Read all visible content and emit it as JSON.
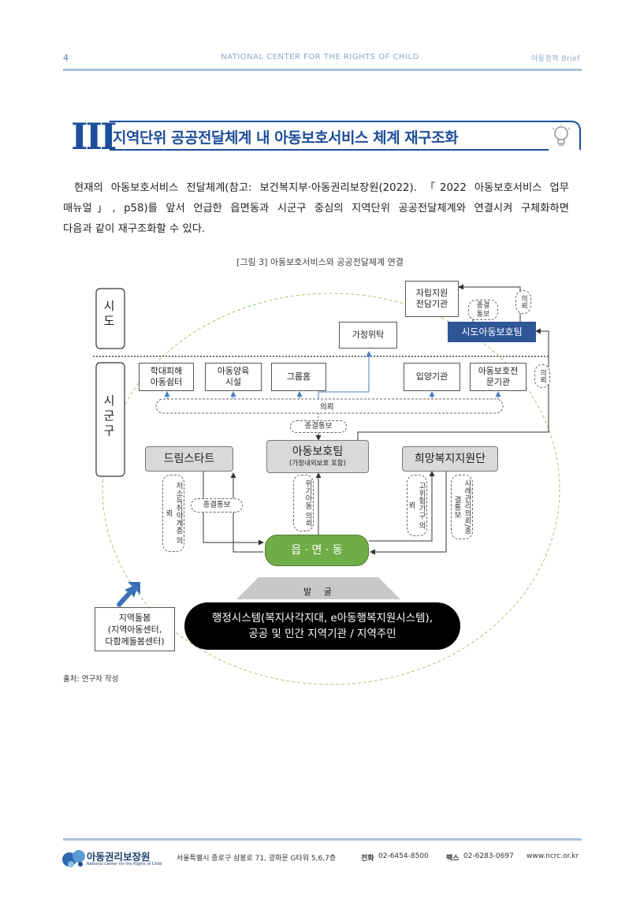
{
  "header": {
    "page_number": "4",
    "center": "NATIONAL CENTER FOR THE RIGHTS OF CHILD",
    "right": "아동정책 Brief"
  },
  "section": {
    "numeral": "III",
    "title": "지역단위 공공전달체계 내 아동보호서비스 체계 재구조화"
  },
  "paragraph": [
    "현재의 아동보호서비스 전달체계(참고: 보건복지부·아동권리보장원(2022). 「2022 아동보호서비스 업무",
    "매뉴얼」, p58)를 앞서 언급한 읍면동과 시군구 중심의 지역단위 공공전달체계와 연결시켜 구체화하면",
    "다음과 같이 재구조화할 수 있다."
  ],
  "figure": {
    "caption": "[그림 3] 아동보호서비스와 공공전달체계 연결",
    "level_sido": "시도",
    "level_sigungu": "시군구",
    "jarip_line1": "자립지원",
    "jarip_line2": "전담기관",
    "sido_team": "시도아동보호팀",
    "gajeong_witak": "가정위탁",
    "jongkyeol_tongbo_top_1": "종결",
    "jongkyeol_tongbo_top_2": "통보",
    "uiroe": "의뢰",
    "hakdae_line1": "학대피해",
    "hakdae_line2": "아동쉼터",
    "yangyuk_line1": "아동양육",
    "yangyuk_line2": "시설",
    "grouphome": "그룹홈",
    "ipyang": "입양기관",
    "jeonmun_line1": "아동보호전",
    "jeonmun_line2": "문기관",
    "jongkyeol_tongbo": "종결통보",
    "dreamstart": "드림스타트",
    "child_team": "아동보호팀",
    "child_team_sub": "(가정내외보호 포함)",
    "hope": "희망복지지원단",
    "vert_dream": "저소득취약계층 의뢰",
    "vert_crisis": "위기아동 의뢰",
    "vert_hope1": "고위험가구 의뢰",
    "vert_hope2": "사례관리의뢰/종결통보",
    "emd": "읍 · 면 · 동",
    "discover": "발 굴",
    "local_care_1": "지역돌봄",
    "local_care_2": "(지역아동센터,",
    "local_care_3": "다함께돌봄센터)",
    "admin_line1": "행정시스템(복지사각지대, e아동행복지원시스템),",
    "admin_line2": "공공 및 민간 지역기관 / 지역주민"
  },
  "source": "출처: 연구자 작성",
  "footer": {
    "org": "아동권리보장원",
    "org_en": "National Center for the Rights of Child",
    "address": "서울특별시 종로구 삼봉로 71, 광화문 G타워 5,6,7층",
    "tel_label": "전화",
    "tel": "02-6454-8500",
    "fax_label": "팩스",
    "fax": "02-6283-0697",
    "web": "www.ncrc.or.kr"
  },
  "colors": {
    "accent_blue": "#1d4e9a",
    "header_rule": "#a9c3dc",
    "sido_team_fill": "#2f5597",
    "emd_fill": "#70ad47",
    "ellipse_green": "#9bc97a"
  }
}
